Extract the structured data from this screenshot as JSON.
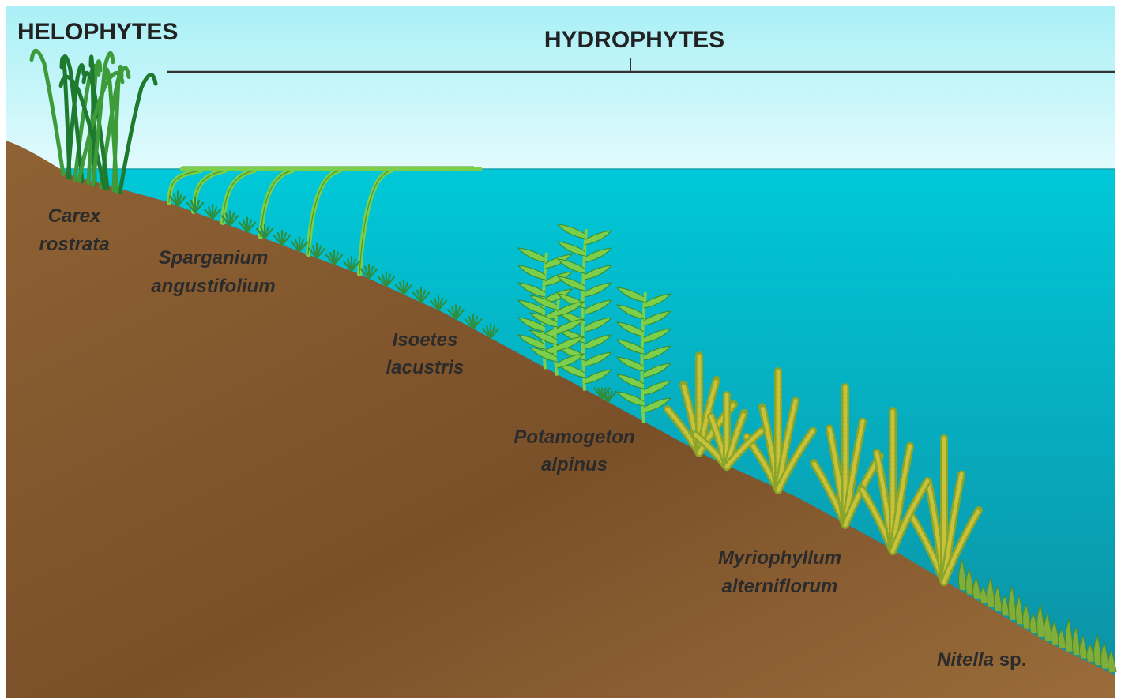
{
  "headings": {
    "helophytes": "HELOPHYTES",
    "hydrophytes": "HYDROPHYTES"
  },
  "labels": {
    "carex": [
      "Carex",
      "rostrata"
    ],
    "sparganium": [
      "Sparganium",
      "angustifolium"
    ],
    "isoetes": [
      "Isoetes",
      "lacustris"
    ],
    "potamogeton": [
      "Potamogeton",
      "alpinus"
    ],
    "myriophyllum": [
      "Myriophyllum",
      "alterniflorum"
    ],
    "nitella": {
      "genus": "Nitella",
      "suffix": " sp."
    }
  },
  "colors": {
    "sky_top": "#a9f0f6",
    "sky_bottom": "#e3fbfd",
    "water_top": "#00c8d8",
    "water_bottom": "#0d8fa3",
    "soil_light": "#9a6c3a",
    "soil_dark": "#7a5029",
    "sedge_dark": "#1e7a2e",
    "sedge_mid": "#3e9b3a",
    "leaf_light": "#7ccf4a",
    "leaf_yellow": "#c8c23a",
    "isoetes": "#2f8f3f"
  }
}
